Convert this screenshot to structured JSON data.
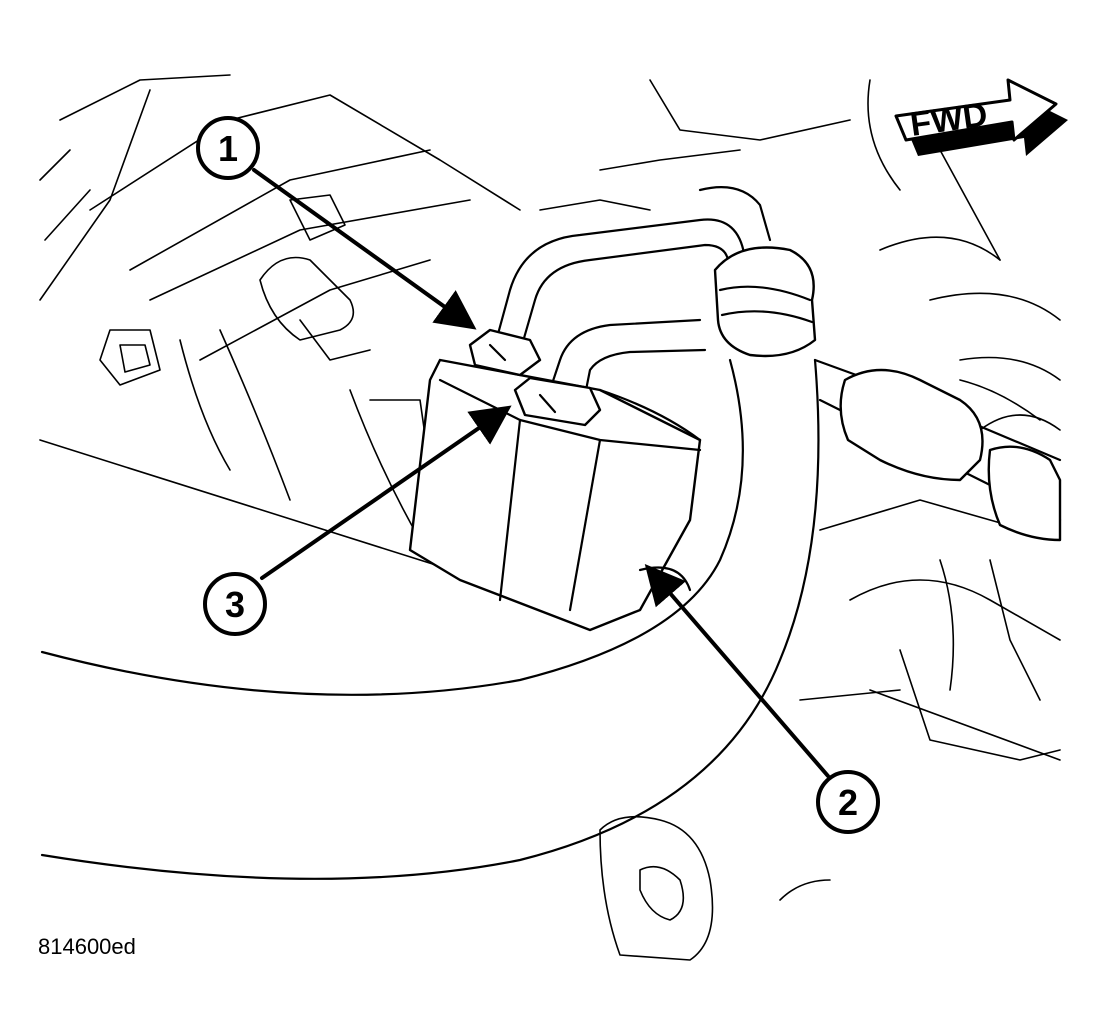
{
  "figure": {
    "id_label": "814600ed",
    "direction_label": "FWD"
  },
  "callouts": [
    {
      "number": "1"
    },
    {
      "number": "2"
    },
    {
      "number": "3"
    }
  ]
}
